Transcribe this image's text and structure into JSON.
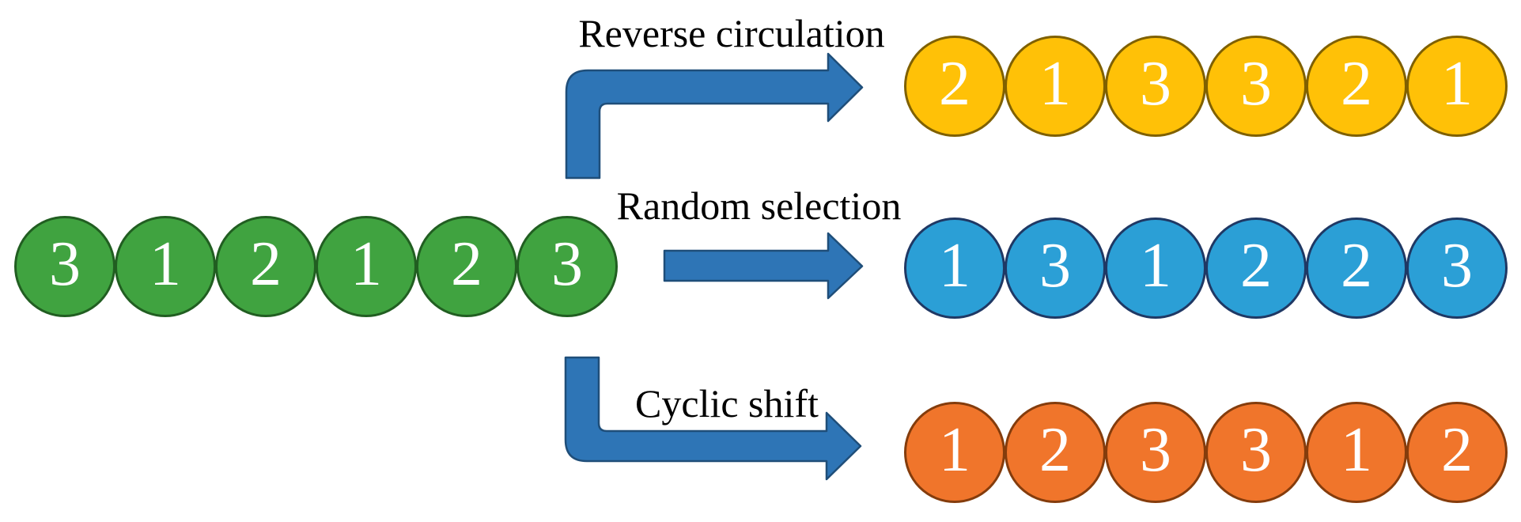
{
  "colors": {
    "background": "#FFFFFF",
    "arrow_fill": "#2E75B6",
    "arrow_border": "#1F4E79",
    "label_text": "#000000",
    "digit_text": "#FFFFFF",
    "source_fill": "#40A340",
    "source_border": "#215E21",
    "reverse_fill": "#FFC107",
    "reverse_border": "#7F6000",
    "random_fill": "#2B9FD6",
    "random_border": "#1F3864",
    "cyclic_fill": "#F0752B",
    "cyclic_border": "#843C0C"
  },
  "source": {
    "values": [
      "3",
      "1",
      "2",
      "1",
      "2",
      "3"
    ],
    "fill": "#40A340",
    "border": "#215E21"
  },
  "results": {
    "reverse": {
      "label": "Reverse circulation",
      "values": [
        "2",
        "1",
        "3",
        "3",
        "2",
        "1"
      ],
      "fill": "#FFC107",
      "border": "#7F6000"
    },
    "random": {
      "label": "Random selection",
      "values": [
        "1",
        "3",
        "1",
        "2",
        "2",
        "3"
      ],
      "fill": "#2B9FD6",
      "border": "#1F3864"
    },
    "cyclic": {
      "label": "Cyclic shift",
      "values": [
        "1",
        "2",
        "3",
        "3",
        "1",
        "2"
      ],
      "fill": "#F0752B",
      "border": "#843C0C"
    }
  }
}
